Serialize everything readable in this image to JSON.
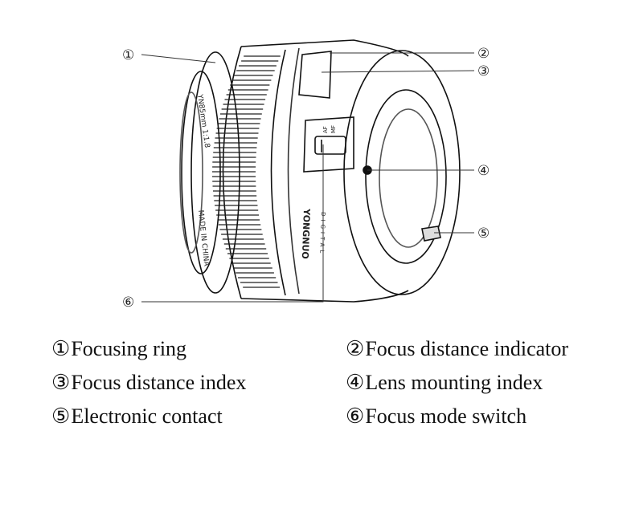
{
  "diagram": {
    "lens_barrel_text": "YN85mm 1:1.8",
    "made_in_text": "MADE IN CHINA",
    "brand_text": "YONGNUO",
    "brand_sub_text": "DIGITAL",
    "switch_labels": [
      "AF",
      "MF"
    ],
    "callouts": [
      "①",
      "②",
      "③",
      "④",
      "⑤",
      "⑥"
    ]
  },
  "legend": [
    {
      "num": "①",
      "label": "Focusing ring"
    },
    {
      "num": "②",
      "label": "Focus distance indicator"
    },
    {
      "num": "③",
      "label": "Focus distance index"
    },
    {
      "num": "④",
      "label": "Lens mounting index"
    },
    {
      "num": "⑤",
      "label": "Electronic contact"
    },
    {
      "num": "⑥",
      "label": "Focus mode switch"
    }
  ]
}
